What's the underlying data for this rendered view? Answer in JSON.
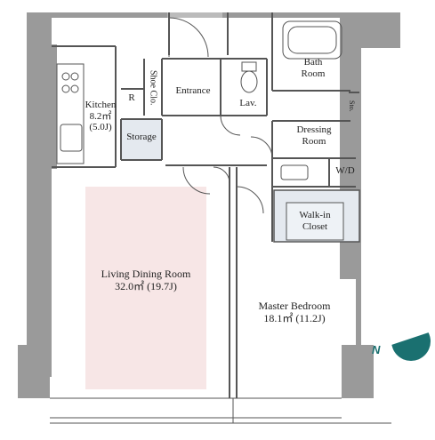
{
  "rooms": {
    "kitchen": {
      "name": "Kitchen",
      "area_m2": "8.2㎡",
      "area_j": "(5.0J)"
    },
    "refrigerator": {
      "label": "R"
    },
    "shoe_closet": {
      "label": "Shoe Clo."
    },
    "entrance": {
      "label": "Entrance"
    },
    "lavatory": {
      "label": "Lav."
    },
    "bath": {
      "line1": "Bath",
      "line2": "Room"
    },
    "storage": {
      "label": "Storage"
    },
    "dressing": {
      "line1": "Dressing",
      "line2": "Room"
    },
    "washer_dryer": {
      "label": "W/D"
    },
    "sto": {
      "label": "Sto."
    },
    "walk_in": {
      "line1": "Walk-in",
      "line2": "Closet"
    },
    "living": {
      "name": "Living Dining Room",
      "area": "32.0㎡ (19.7J)"
    },
    "master": {
      "name": "Master Bedroom",
      "area": "18.1㎡ (11.2J)"
    }
  },
  "compass": {
    "label": "N",
    "color": "#1a7070"
  },
  "colors": {
    "wall": "#9a9a9a",
    "wall_dark": "#8c8c8c",
    "line": "#555555",
    "storage_fill": "#e4e9ef",
    "living_highlight": "#f7e6e6"
  }
}
